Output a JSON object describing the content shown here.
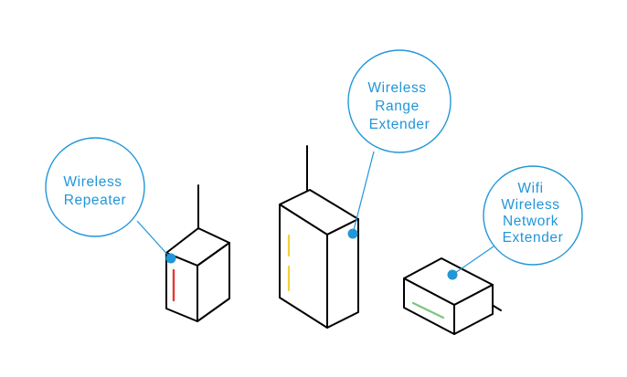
{
  "colors": {
    "accent": "#2196d8",
    "outline": "#000000",
    "background": "#ffffff",
    "repeater_led": "#e53935",
    "range_extender_led": "#f2d13a",
    "network_extender_led": "#7cc57c"
  },
  "devices": [
    {
      "id": "wireless-repeater",
      "label_lines": [
        "Wireless",
        "Repeater"
      ],
      "led": "repeater_led"
    },
    {
      "id": "wireless-range-extender",
      "label_lines": [
        "Wireless",
        "Range",
        "Extender"
      ],
      "led": "range_extender_led"
    },
    {
      "id": "wifi-wireless-network-extender",
      "label_lines": [
        "Wifi",
        "Wireless",
        "Network",
        "Extender"
      ],
      "led": "network_extender_led"
    }
  ]
}
